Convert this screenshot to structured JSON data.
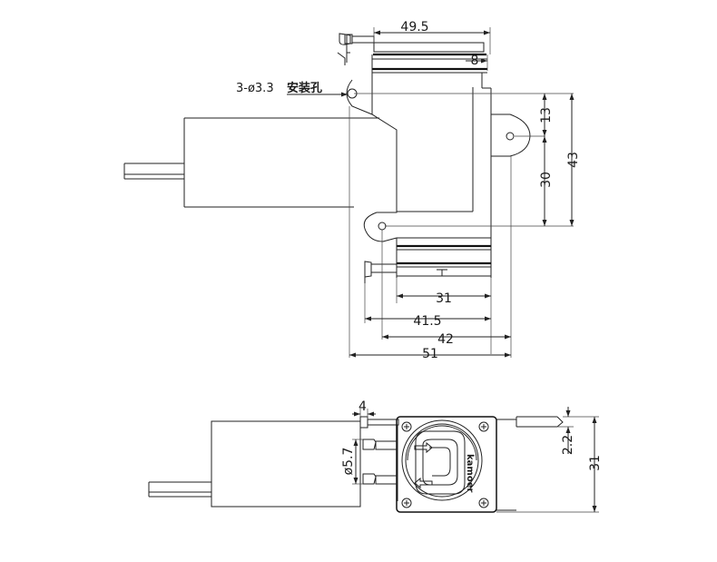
{
  "top_view": {
    "dim_overall_top": "49.5",
    "dim_small_top": "8",
    "mount_hole_prefix": "3-ø3.3",
    "mount_hole_note": "安装孔",
    "dim_right_13": "13",
    "dim_right_30": "30",
    "dim_right_43": "43",
    "dim_bottom_31": "31",
    "dim_bottom_41_5": "41.5",
    "dim_bottom_42": "42",
    "dim_bottom_51": "51"
  },
  "bottom_view": {
    "dim_top_4": "4",
    "dim_port_dia": "ø5.7",
    "dim_right_2_2": "2.2",
    "dim_right_31": "31",
    "brand_text": "kamoer"
  }
}
